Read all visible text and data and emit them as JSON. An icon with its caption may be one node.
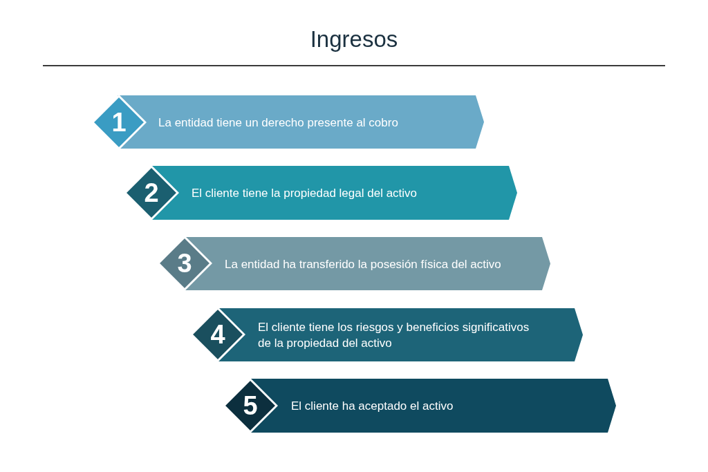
{
  "diagram": {
    "title": "Ingresos",
    "nodes": [
      {
        "text": [
          "1"
        ]
      },
      {
        "text": [
          "La entidad tiene un derecho presente al cobro"
        ]
      },
      {
        "text": [
          "2"
        ]
      },
      {
        "text": [
          "El cliente tiene la propiedad legal del activo"
        ]
      },
      {
        "text": [
          "3"
        ]
      },
      {
        "text": [
          "La entidad ha transferido la posesión física del activo"
        ]
      },
      {
        "text": [
          "4"
        ]
      },
      {
        "text": [
          "El cliente tiene los riesgos y beneficios significativos de la propiedad del activo"
        ]
      },
      {
        "text": [
          "5"
        ]
      },
      {
        "text": [
          "El cliente ha aceptado el activo"
        ]
      }
    ]
  }
}
